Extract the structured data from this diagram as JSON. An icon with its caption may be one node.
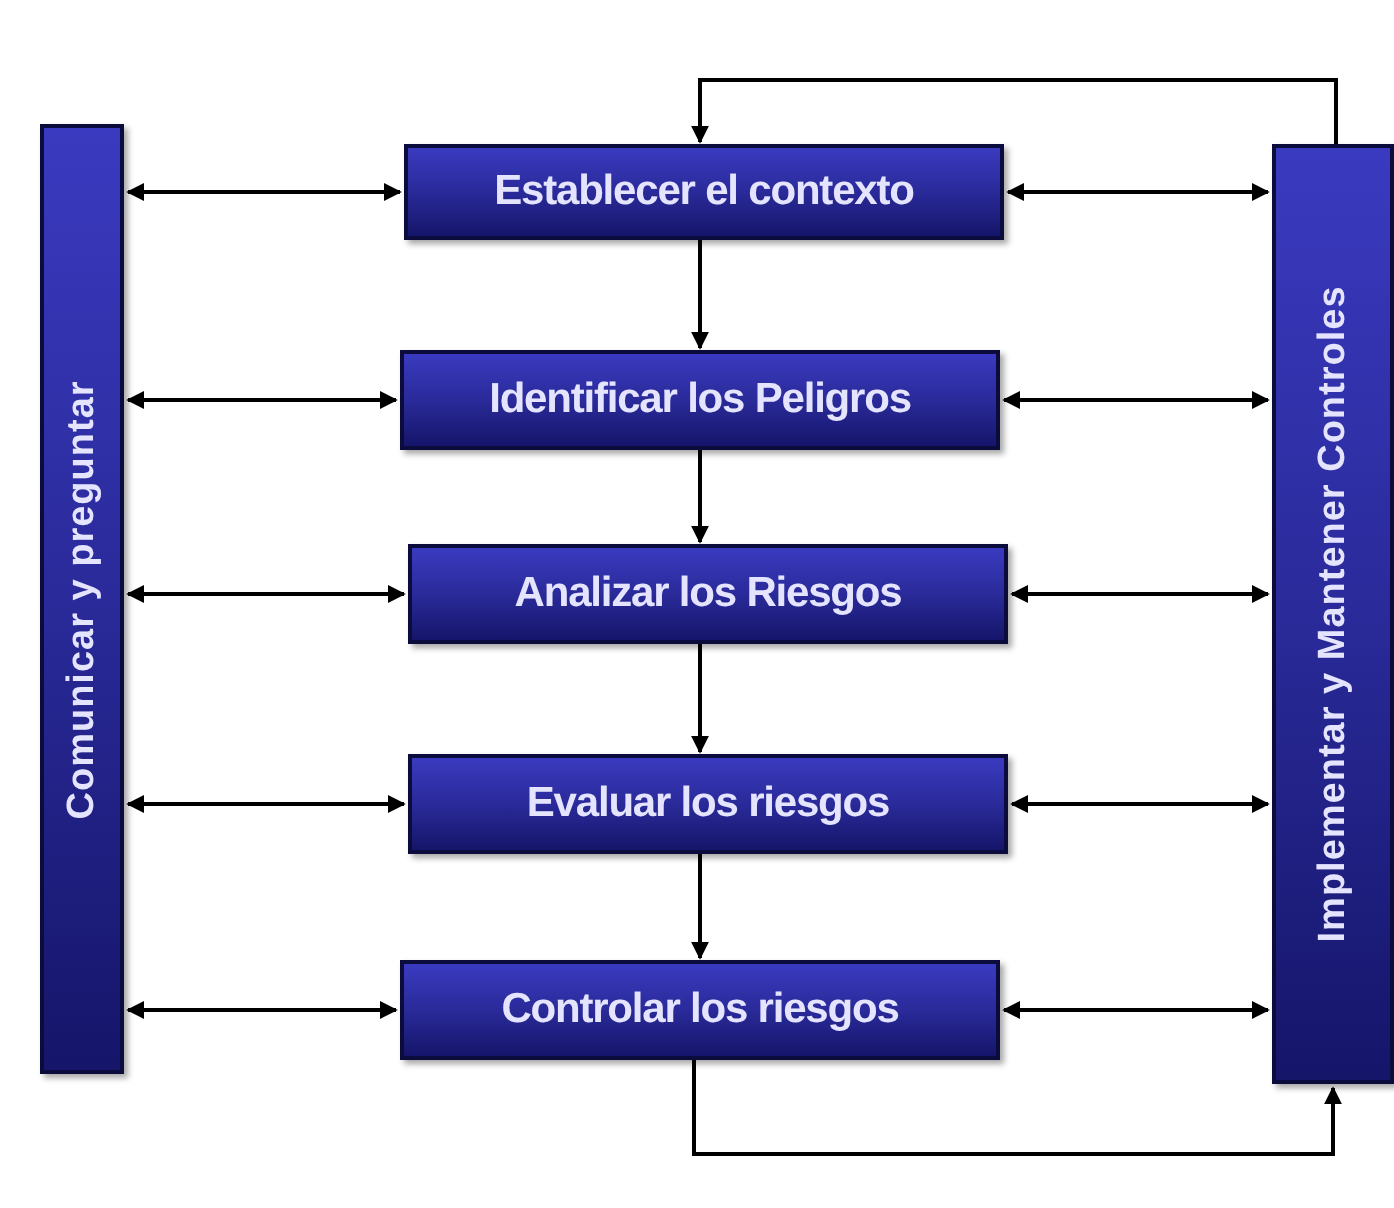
{
  "diagram": {
    "nodes": [
      {
        "text": [
          "Comunicar y preguntar"
        ]
      },
      {
        "text": [
          "Establecer el contexto"
        ]
      },
      {
        "text": [
          "Identificar los Peligros"
        ]
      },
      {
        "text": [
          "Analizar los Riesgos"
        ]
      },
      {
        "text": [
          "Evaluar los riesgos"
        ]
      },
      {
        "text": [
          "Controlar los riesgos"
        ]
      },
      {
        "text": [
          "Implementar y Mantener Controles"
        ]
      }
    ],
    "edges": [
      {
        "from": 0,
        "to": 1,
        "arrow": "both"
      },
      {
        "from": 0,
        "to": 2,
        "arrow": "both"
      },
      {
        "from": 0,
        "to": 3,
        "arrow": "both"
      },
      {
        "from": 0,
        "to": 4,
        "arrow": "both"
      },
      {
        "from": 0,
        "to": 5,
        "arrow": "both"
      },
      {
        "from": 1,
        "to": 6,
        "arrow": "both"
      },
      {
        "from": 2,
        "to": 6,
        "arrow": "both"
      },
      {
        "from": 3,
        "to": 6,
        "arrow": "both"
      },
      {
        "from": 4,
        "to": 6,
        "arrow": "both"
      },
      {
        "from": 5,
        "to": 6,
        "arrow": "both"
      },
      {
        "from": 1,
        "to": 2,
        "arrow": "to"
      },
      {
        "from": 2,
        "to": 3,
        "arrow": "to"
      },
      {
        "from": 3,
        "to": 4,
        "arrow": "to"
      },
      {
        "from": 4,
        "to": 5,
        "arrow": "to"
      },
      {
        "from": 6,
        "to": 1,
        "arrow": "to"
      },
      {
        "from": 5,
        "to": 6,
        "arrow": "to"
      }
    ]
  }
}
